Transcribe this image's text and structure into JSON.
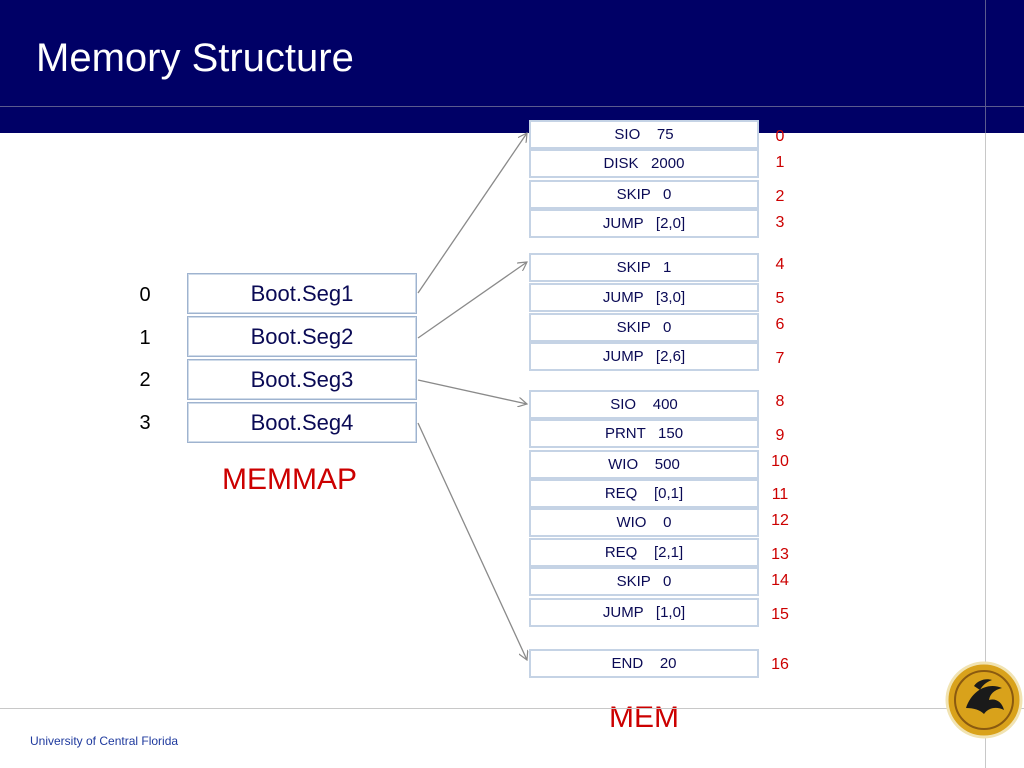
{
  "title": "Memory Structure",
  "footer": "University of Central Florida",
  "memmap": {
    "label": "MEMMAP",
    "indices": [
      "0",
      "1",
      "2",
      "3"
    ],
    "entries": [
      "Boot.Seg1",
      "Boot.Seg2",
      "Boot.Seg3",
      "Boot.Seg4"
    ]
  },
  "mem": {
    "label": "MEM",
    "cells": [
      "SIO    75",
      "DISK   2000",
      "SKIP   0",
      "JUMP   [2,0]",
      "SKIP   1",
      "JUMP   [3,0]",
      "SKIP   0",
      "JUMP   [2,6]",
      "SIO    400",
      "PRNT   150",
      "WIO    500",
      "REQ    [0,1]",
      "WIO    0",
      "REQ    [2,1]",
      "SKIP   0",
      "JUMP   [1,0]",
      "END    20"
    ],
    "indices": [
      "0",
      "1",
      "2",
      "3",
      "4",
      "5",
      "6",
      "7",
      "8",
      "9",
      "10",
      "11",
      "12",
      "13",
      "14",
      "15",
      "16"
    ]
  },
  "colors": {
    "header": "#000066",
    "label_red": "#cc0000",
    "box_border": "#c5d3e5",
    "footer_text": "#1f3a9e",
    "logo_gold": "#d9a21b"
  }
}
